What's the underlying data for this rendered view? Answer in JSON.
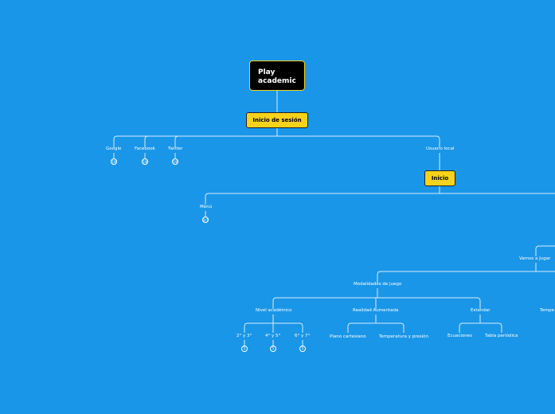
{
  "root": {
    "line1": "Play",
    "line2": "academic"
  },
  "login": {
    "title": "Inicio de sesión"
  },
  "providers": [
    {
      "label": "Google",
      "count": "7/6"
    },
    {
      "label": "Facebook",
      "count": "7/6"
    },
    {
      "label": "Twitter",
      "count": "7/6"
    }
  ],
  "local_user": {
    "label": "Usuario local"
  },
  "home": {
    "title": "Inicio"
  },
  "menu": {
    "label": "Menú",
    "count": "2/7"
  },
  "play": {
    "label": "Vamos a Jugar"
  },
  "modes": {
    "label": "Modalidades de juego"
  },
  "academic_level": {
    "label": "Nivel académico",
    "items": [
      {
        "label": "2° y 3°",
        "count": "5"
      },
      {
        "label": "4° y 5°",
        "count": "5"
      },
      {
        "label": "6° y 7°",
        "count": "5"
      }
    ]
  },
  "augmented_reality": {
    "label": "Realidad Aumentada",
    "items": [
      {
        "label": "Plano cartesiano"
      },
      {
        "label": "Temperatura y presión"
      }
    ]
  },
  "standard": {
    "label": "Estandar",
    "items": [
      {
        "label": "Ecuaciones"
      },
      {
        "label": "Tabla periódica"
      }
    ]
  },
  "partial_right": {
    "label": "Tempe"
  },
  "colors": {
    "background": "#1a96e8",
    "connector": "#d6ecfb",
    "accent": "#f7d21a",
    "root_fill": "#000000"
  }
}
